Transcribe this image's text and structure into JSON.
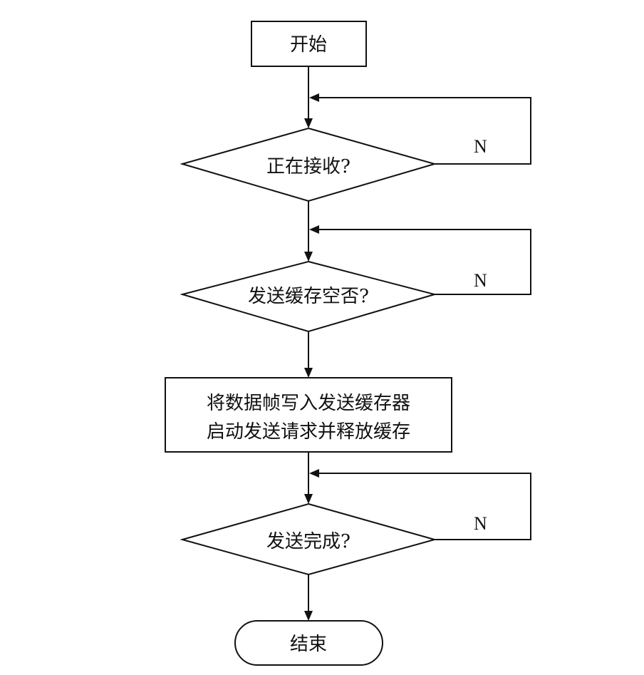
{
  "flowchart": {
    "start": "开始",
    "decision_receiving": "正在接收?",
    "decision_buffer_empty": "发送缓存空否?",
    "process_line1": "将数据帧写入发送缓存器",
    "process_line2": "启动发送请求并释放缓存",
    "decision_send_done": "发送完成?",
    "end": "结束",
    "no_label": "N"
  }
}
